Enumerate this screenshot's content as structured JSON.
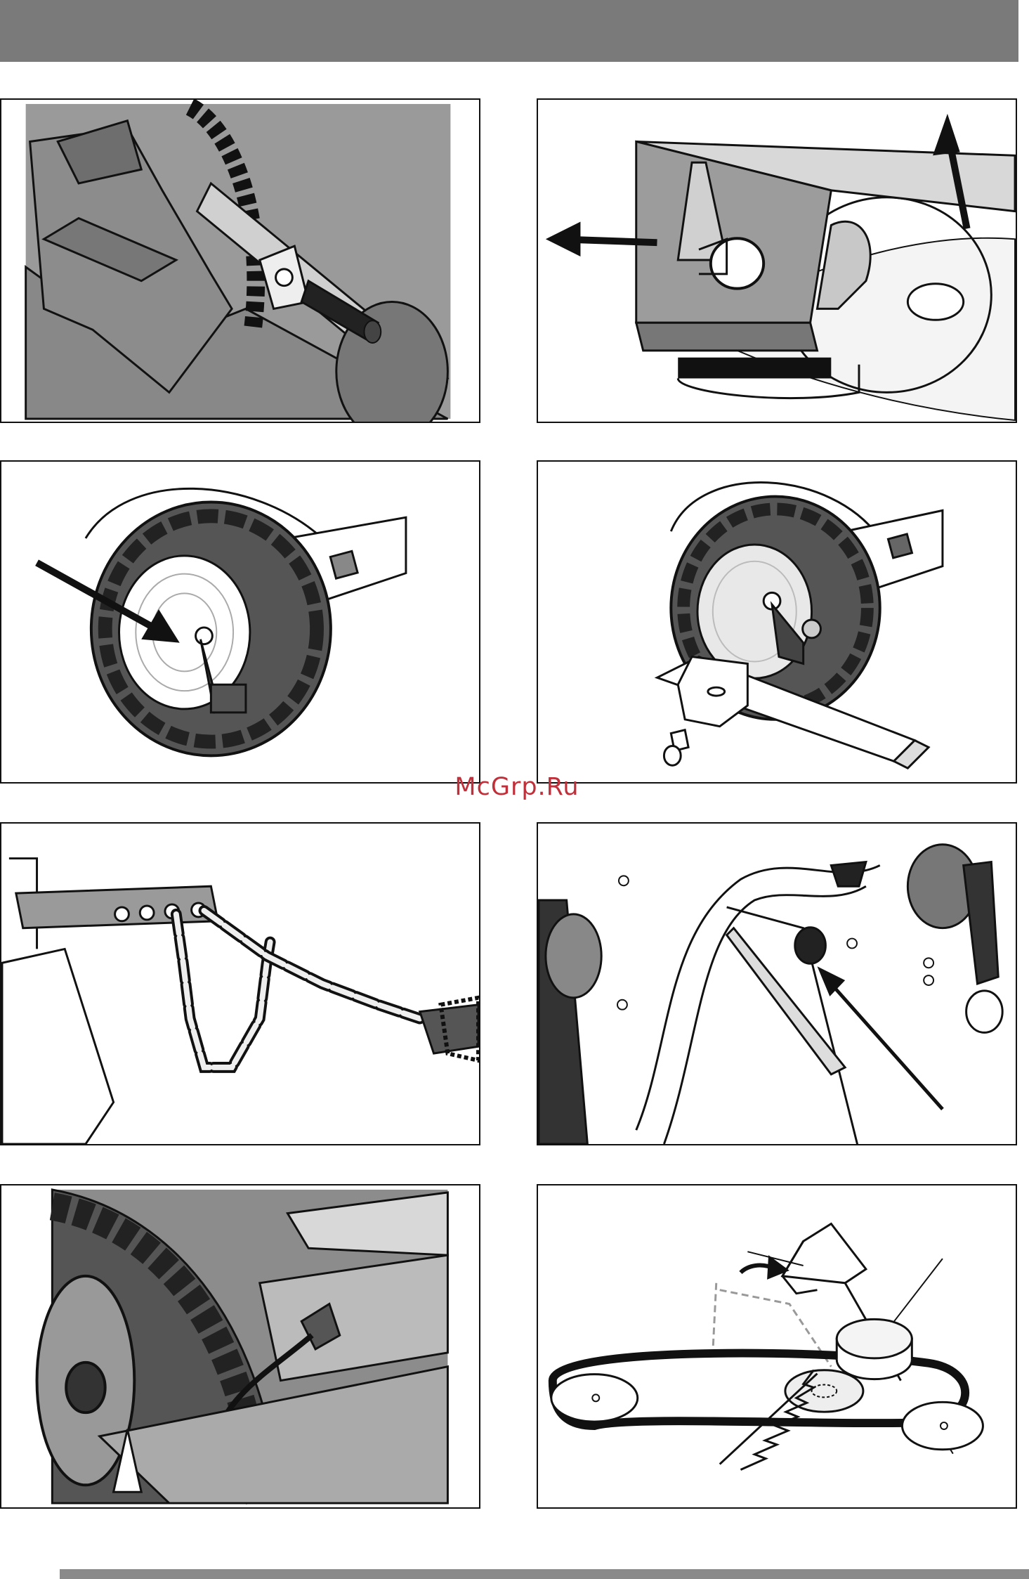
{
  "header": {
    "color": "#7a7a7a"
  },
  "footer": {
    "color": "#8a8a8a"
  },
  "watermark": {
    "text": "McGrp.Ru",
    "color": "#c0303a"
  },
  "figures": [
    {
      "name": "wheel-pin-closeup",
      "icon": "wheel-axle-pin-illustration"
    },
    {
      "name": "hitch-removal",
      "icon": "hitch-arrows-illustration"
    },
    {
      "name": "wheel-lock-pin",
      "icon": "wheel-arrow-illustration"
    },
    {
      "name": "wheel-bracket-bolt",
      "icon": "wheel-bracket-illustration"
    },
    {
      "name": "chain-link",
      "icon": "chain-illustration"
    },
    {
      "name": "deck-knob",
      "icon": "deck-knob-illustration"
    },
    {
      "name": "wheel-cable",
      "icon": "wheel-cable-illustration"
    },
    {
      "name": "belt-diagram",
      "icon": "belt-pulley-diagram"
    }
  ]
}
